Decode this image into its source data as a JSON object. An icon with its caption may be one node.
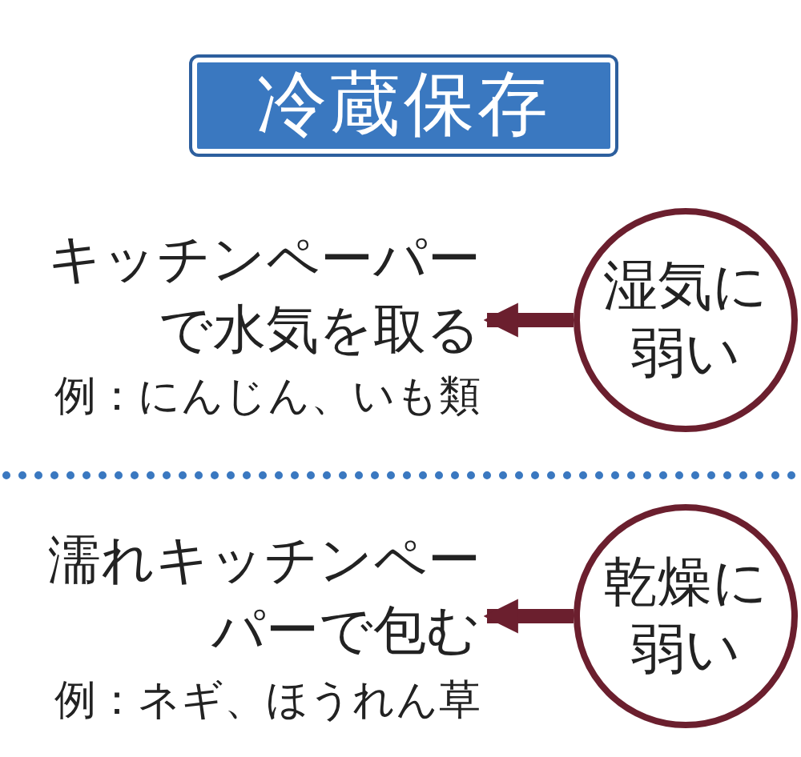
{
  "diagram": {
    "title": "冷蔵保存",
    "nodes": [
      {
        "text": [
          "キッチンペーパーで水気を取る"
        ],
        "beside": [
          "例：にんじん、いも類"
        ]
      },
      {
        "text": [
          "湿気に弱い"
        ]
      },
      {
        "text": [
          "濡れキッチンペーパーで包む"
        ],
        "beside": [
          "例：ネギ、ほうれん草"
        ]
      },
      {
        "text": [
          "乾燥に弱い"
        ]
      }
    ],
    "edges": [
      {
        "from": 1,
        "to": 0,
        "arrow": "to"
      },
      {
        "from": 3,
        "to": 2,
        "arrow": "to"
      }
    ]
  }
}
